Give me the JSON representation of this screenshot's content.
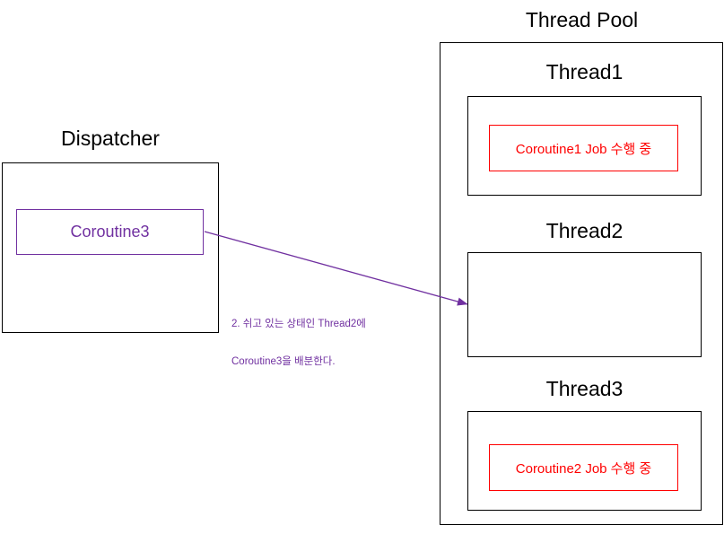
{
  "diagram": {
    "title_dispatcher": "Dispatcher",
    "title_thread_pool": "Thread Pool",
    "accent_purple": "#7030A0",
    "accent_red": "#FF0000",
    "outline_black": "#000000"
  },
  "dispatcher": {
    "label": "Dispatcher",
    "coroutine_box": {
      "label": "Coroutine3"
    }
  },
  "thread_pool": {
    "label": "Thread Pool",
    "threads": [
      {
        "name": "Thread1",
        "job_label": "Coroutine1 Job 수행 중",
        "busy": true
      },
      {
        "name": "Thread2",
        "job_label": "",
        "busy": false
      },
      {
        "name": "Thread3",
        "job_label": "Coroutine2 Job 수행 중",
        "busy": true
      }
    ]
  },
  "connector": {
    "annotation_line1": "2. 쉬고 있는 상태인 Thread2에",
    "annotation_line2": "Coroutine3을 배분한다.",
    "arrow_color": "#7030A0"
  }
}
